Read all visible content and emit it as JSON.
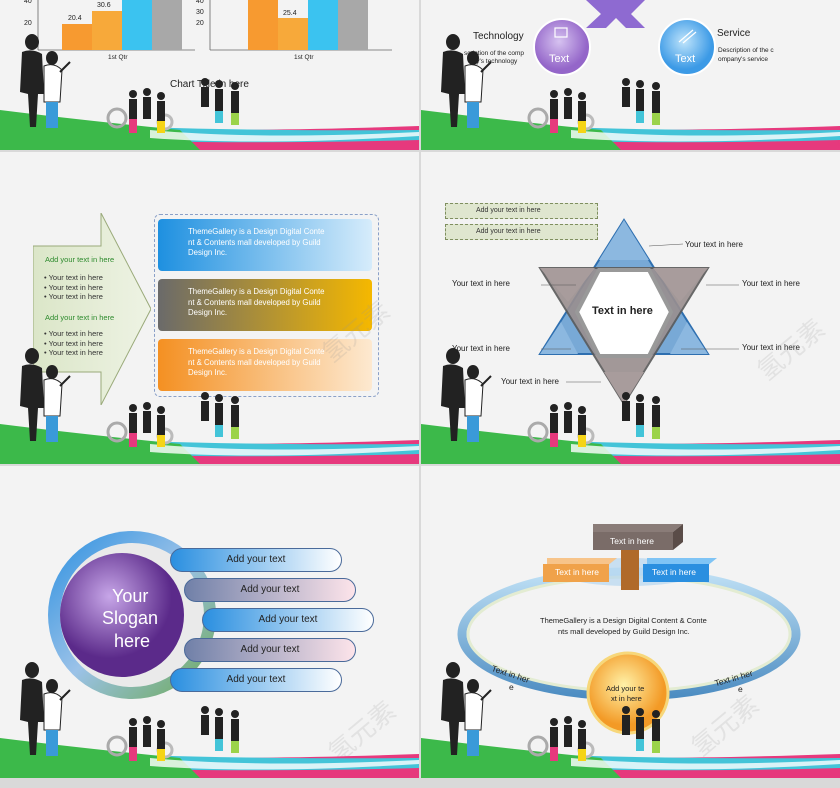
{
  "slide1": {
    "axis_ticks": [
      "40",
      "20"
    ],
    "bar_labels": [
      "20.4",
      "30.6"
    ],
    "category": "1st Qtr",
    "title": "Chart Title in here"
  },
  "slide1b": {
    "axis_ticks": [
      "40",
      "30",
      "20"
    ],
    "bar_labels": [
      "25.4"
    ],
    "category": "1st Qtr"
  },
  "slide2": {
    "left_title": "Technology",
    "left_desc_1": "scription of the comp",
    "left_desc_2": "any's technology",
    "left_circle": "Text",
    "right_title": "Service",
    "right_desc_1": "Description of the c",
    "right_desc_2": "ompany's service",
    "right_circle": "Text"
  },
  "slide3": {
    "head1": "Add your text in here",
    "list1": [
      "Your text in here",
      "Your text in here",
      "Your text in here"
    ],
    "head2": "Add your text in here",
    "list2": [
      "Your text in here",
      "Your text in here",
      "Your text in here"
    ],
    "bars": [
      {
        "lines": [
          "ThemeGallery  is  a  Design  Digital  Conte",
          "nt & Contents mall developed by Guild",
          "Design Inc."
        ],
        "colors": [
          "#1e90e0",
          "#d6ecfb"
        ]
      },
      {
        "lines": [
          "ThemeGallery  is  a  Design  Digital  Conte",
          "nt & Contents mall developed by Guild",
          "Design Inc."
        ],
        "colors": [
          "#6a6a6a",
          "#f5b800"
        ]
      },
      {
        "lines": [
          "ThemeGallery  is  a  Design  Digital  Conte",
          "nt & Contents mall developed by Guild",
          "Design Inc."
        ],
        "colors": [
          "#f49022",
          "#fde9d0"
        ]
      }
    ]
  },
  "slide4": {
    "tags": [
      "Add your text in here",
      "Add your text in here"
    ],
    "center": "Text in here",
    "labels": [
      "Your text in here",
      "Your text in here",
      "Your text in here",
      "Your text in here",
      "Your text in here",
      "Your text in here"
    ]
  },
  "slide5": {
    "slogan": [
      "Your",
      "Slogan",
      "here"
    ],
    "pills": [
      "Add your text",
      "Add your text",
      "Add your text",
      "Add your text",
      "Add your text"
    ]
  },
  "slide6": {
    "top_box": "Text in here",
    "left_box": "Text in here",
    "right_box": "Text in here",
    "desc_1": "ThemeGallery is a Design Digital Content & Conte",
    "desc_2": "nts mall developed by Guild Design Inc.",
    "ring_left": [
      "Text in her",
      "e"
    ],
    "ring_right": [
      "Text in her",
      "e"
    ],
    "circle": [
      "Add your te",
      "xt in here"
    ]
  },
  "watermark": "氢元素",
  "colors": {
    "green": "#3cb94a",
    "pink": "#e6397d",
    "teal": "#43c4d8",
    "purple": "#7d4fa8",
    "blue": "#2a8fe0",
    "orange": "#f39a26"
  }
}
